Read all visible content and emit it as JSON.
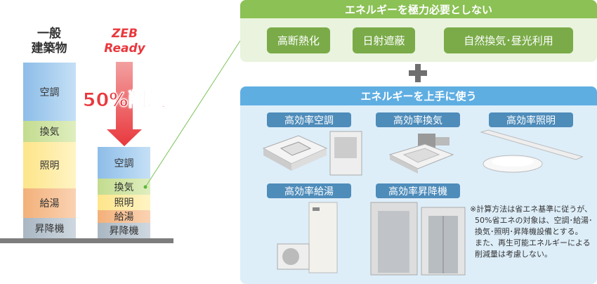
{
  "left_chart": {
    "general_title": [
      "一般",
      "建築物"
    ],
    "zeb_title": [
      "ZEB",
      "Ready"
    ],
    "reduction_label": "50%削減",
    "general_segments": [
      "空調",
      "換気",
      "照明",
      "給湯",
      "昇降機"
    ],
    "zeb_segments": [
      "空調",
      "換気",
      "照明",
      "給湯",
      "昇降機"
    ]
  },
  "reduce_panel": {
    "title": "エネルギーを極力必要としない",
    "items": [
      "高断熱化",
      "日射遮蔽",
      "自然換気･昼光利用"
    ]
  },
  "use_panel": {
    "title": "エネルギーを上手に使う",
    "items": [
      "高効率空調",
      "高効率換気",
      "高効率照明",
      "高効率給湯",
      "高効率昇降機"
    ],
    "note": "※計算方法は省エネ基準に従うが、\n  50%省エネの対象は、空調･給湯･\n  換気･照明･昇降機設備とする。\n  また、再生可能エネルギーによる\n  削減量は考慮しない。"
  },
  "colors": {
    "green": "#8bc155",
    "blue": "#5faee2",
    "red": "#e8383d"
  }
}
